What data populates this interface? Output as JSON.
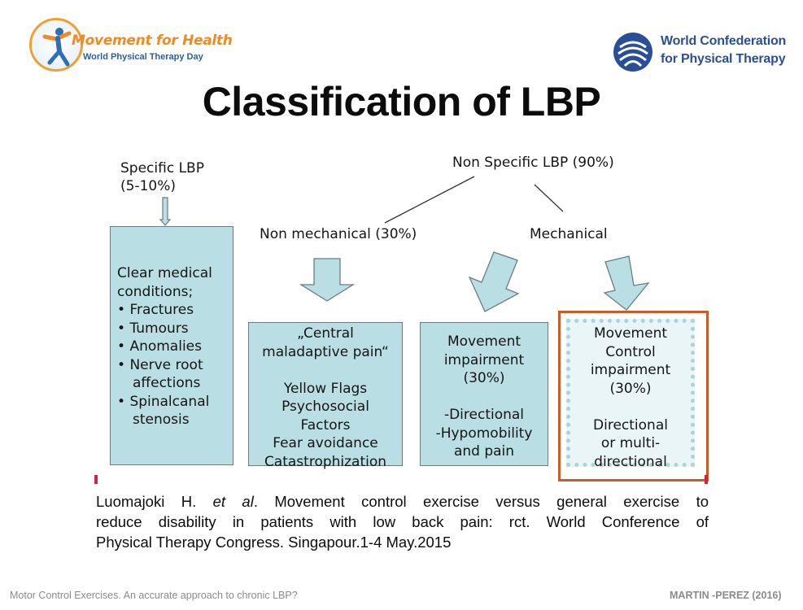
{
  "logos": {
    "left": {
      "line1": "Movement for Health",
      "line2": "World Physical Therapy Day",
      "icon": "running-figure-icon"
    },
    "right": {
      "line1": "World Confederation",
      "line2": "for Physical Therapy",
      "icon": "globe-swirl-icon"
    }
  },
  "title": "Classification of LBP",
  "diagram": {
    "specific_label": [
      "Specific LBP",
      "(5-10%)"
    ],
    "nonspecific_label": "Non Specific LBP (90%)",
    "nonmechanical_label": "Non mechanical (30%)",
    "mechanical_label": "Mechanical",
    "box_specific": {
      "lines": [
        "Clear medical",
        "conditions;"
      ],
      "bullets": [
        [
          "Fractures"
        ],
        [
          "Tumours"
        ],
        [
          "Anomalies"
        ],
        [
          "Nerve root",
          "affections"
        ],
        [
          "Spinalcanal",
          "stenosis"
        ]
      ]
    },
    "box_central": [
      "„Central",
      "maladaptive pain“",
      "",
      "Yellow Flags",
      "Psychosocial",
      "Factors",
      "Fear avoidance",
      "Catastrophization"
    ],
    "box_movement_impairment": [
      "Movement",
      "impairment",
      "(30%)",
      "",
      "-Directional",
      "-Hypomobility",
      "and pain"
    ],
    "box_movement_control": [
      "Movement",
      "Control",
      "impairment",
      "(30%)",
      "",
      "Directional",
      "or multi-",
      "directional"
    ]
  },
  "citation": {
    "author": "Luomajoki H. ",
    "etal": "et al",
    "lines": [
      ". Movement control exercise versus general exercise to",
      "reduce disability in patients with low back pain: rct. World Conference of",
      "Physical Therapy Congress. Singapour.1-4 May.2015"
    ]
  },
  "footer": {
    "left": "Motor Control Exercises. An accurate approach to chronic LBP?",
    "right": "MARTIN -PEREZ (2016)"
  },
  "colors": {
    "box_fill": "#b9dfe4",
    "highlight_border": "#cd5a23",
    "title": "#0c0c0c",
    "footer": "#8b8b8b"
  }
}
